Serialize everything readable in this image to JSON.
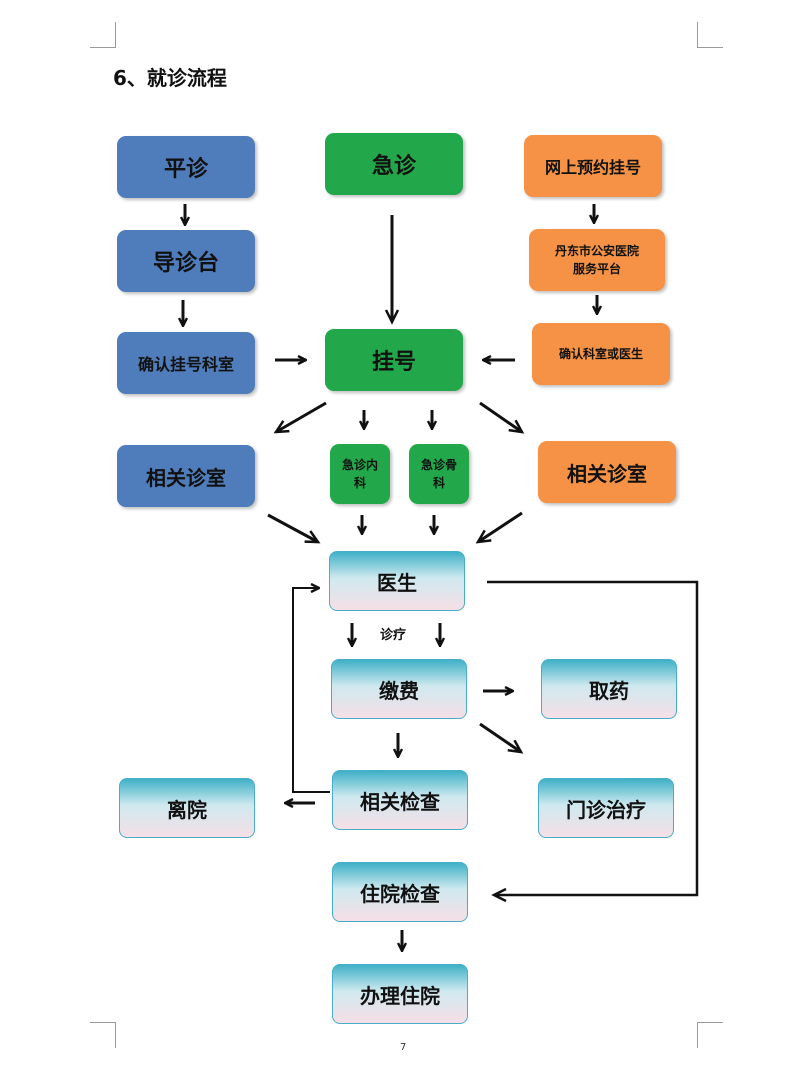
{
  "title": "6、就诊流程",
  "nodes": {
    "pingzhen": "平诊",
    "jizhen": "急诊",
    "wangshang": "网上预约挂号",
    "daozhentai": "导诊台",
    "platform": "丹东市公安医院服务平台",
    "queren_keshi": "确认挂号科室",
    "guahao": "挂号",
    "queren_yisheng": "确认科室或医生",
    "xiangguan_left": "相关诊室",
    "jizhen_neike": "急诊内科",
    "jizhen_waike": "急诊骨科",
    "xiangguan_right": "相关诊室",
    "yisheng": "医生",
    "jiaofei": "缴费",
    "quyao": "取药",
    "jiancha": "相关检查",
    "likuan": "离院",
    "menzhen": "门诊治疗",
    "zhuyuan_jiancha": "住院检查",
    "banli": "办理住院"
  },
  "edge_labels": {
    "zhenliao": "诊疗"
  },
  "page_number": "7",
  "colors": {
    "blue": "#4f7cba",
    "green": "#22a84a",
    "orange": "#f59245",
    "teal": "#3fb1c7"
  }
}
